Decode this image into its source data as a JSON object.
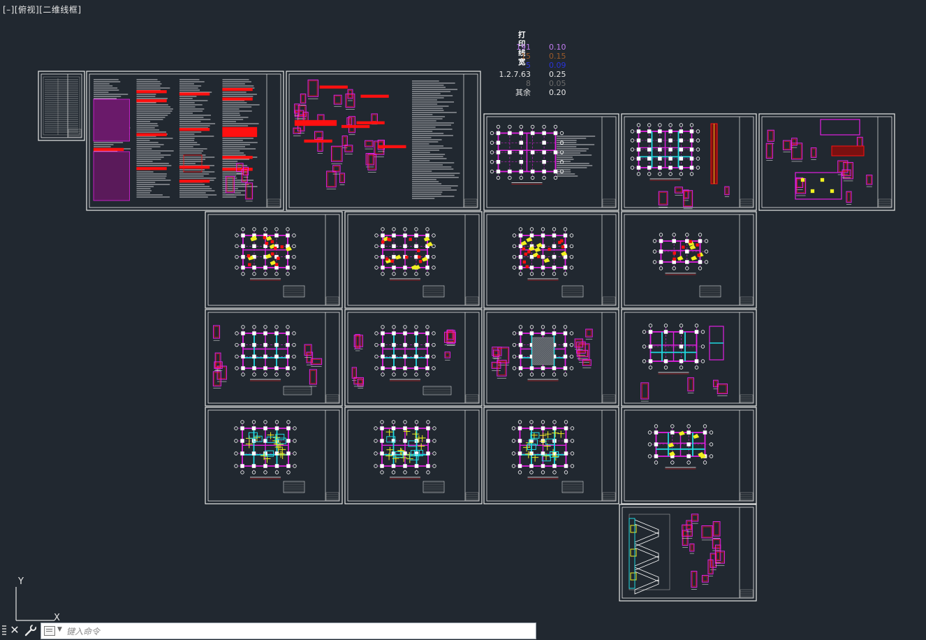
{
  "viewport": {
    "minimize": "[–]",
    "view": "[俯视]",
    "style": "[二维线框]"
  },
  "lineweight_table": {
    "title": "打印线宽",
    "rows": [
      {
        "color_label": "191",
        "width": "0.10",
        "color": "#c07cf0",
        "width_color": "#c07cf0"
      },
      {
        "color_label": "15",
        "width": "0.15",
        "color": "#9a5a2a",
        "width_color": "#9a5a2a"
      },
      {
        "color_label": "5",
        "width": "0.09",
        "color": "#2a34d8",
        "width_color": "#2a34d8"
      },
      {
        "color_label": "1.2.7.63",
        "width": "0.25",
        "color": "#e6e6e6",
        "width_color": "#e6e6e6"
      },
      {
        "color_label": "8",
        "width": "0.05",
        "color": "#6b6b6b",
        "width_color": "#6b6b6b"
      },
      {
        "color_label": "其余",
        "width": "0.20",
        "color": "#e6e6e6",
        "width_color": "#e6e6e6"
      }
    ]
  },
  "colors": {
    "background": "#212830",
    "frame": "#e8e8e8",
    "magenta": "#e020e0",
    "cyan": "#20d8e0",
    "yellow": "#f0f020",
    "red": "#ff1010",
    "white": "#ffffff",
    "grey": "#a0a0a0"
  },
  "sheets": [
    {
      "kind": "index"
    },
    {
      "kind": "notes"
    },
    {
      "kind": "notes-details"
    },
    {
      "kind": "plan-grid"
    },
    {
      "kind": "plan-columns"
    },
    {
      "kind": "foundation-details"
    },
    {
      "kind": "column-plan"
    },
    {
      "kind": "column-plan"
    },
    {
      "kind": "column-plan"
    },
    {
      "kind": "column-plan-small"
    },
    {
      "kind": "beam-plan"
    },
    {
      "kind": "beam-plan"
    },
    {
      "kind": "slab-hatched"
    },
    {
      "kind": "roof-plan"
    },
    {
      "kind": "slab-rebar"
    },
    {
      "kind": "slab-rebar"
    },
    {
      "kind": "slab-rebar"
    },
    {
      "kind": "roof-slab"
    },
    {
      "kind": "stair"
    }
  ],
  "ucs": {
    "y_label": "Y",
    "x_label": "X"
  },
  "command": {
    "placeholder": "键入命令",
    "close_icon": "close-icon",
    "customize_icon": "wrench-icon"
  }
}
